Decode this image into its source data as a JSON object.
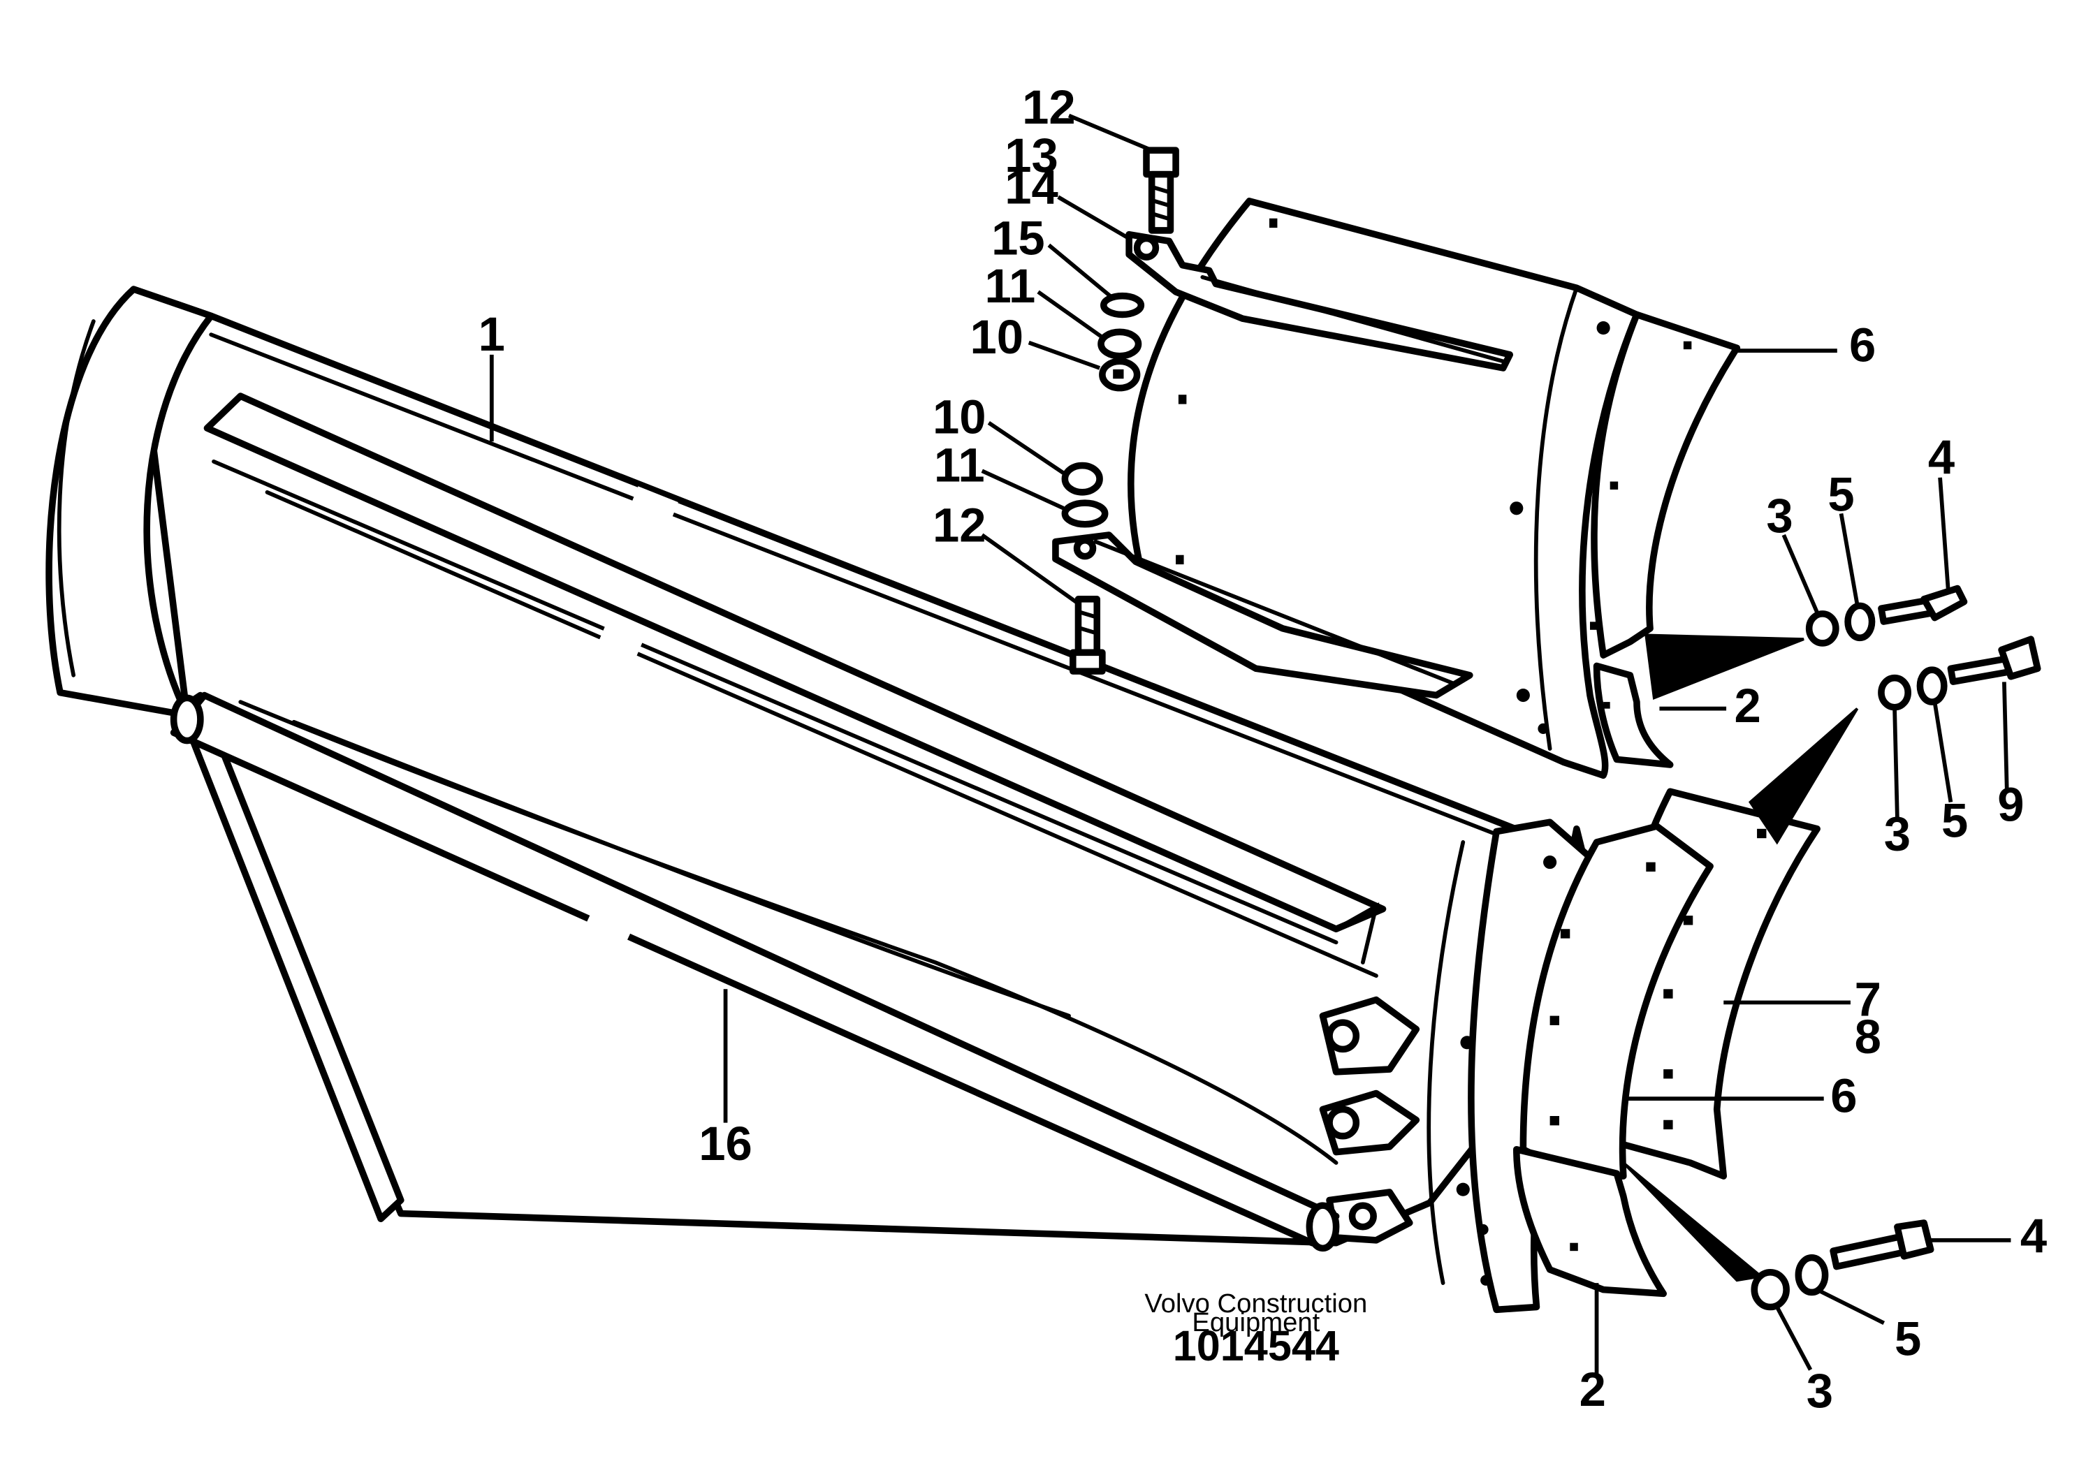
{
  "labels": {
    "l1": "1",
    "l2a": "2",
    "l2b": "2",
    "l3a": "3",
    "l3b": "3",
    "l3c": "3",
    "l4a": "4",
    "l4b": "4",
    "l5a": "5",
    "l5b": "5",
    "l5c": "5",
    "l6a": "6",
    "l6b": "6",
    "l7": "7",
    "l8": "8",
    "l9": "9",
    "l10a": "10",
    "l10b": "10",
    "l11a": "11",
    "l11b": "11",
    "l12a": "12",
    "l12b": "12",
    "l13": "13",
    "l14": "14",
    "l15": "15",
    "l16": "16"
  },
  "footer": {
    "company_line1": "Volvo Construction",
    "company_line2": "Equipment",
    "document_number": "1014544"
  }
}
